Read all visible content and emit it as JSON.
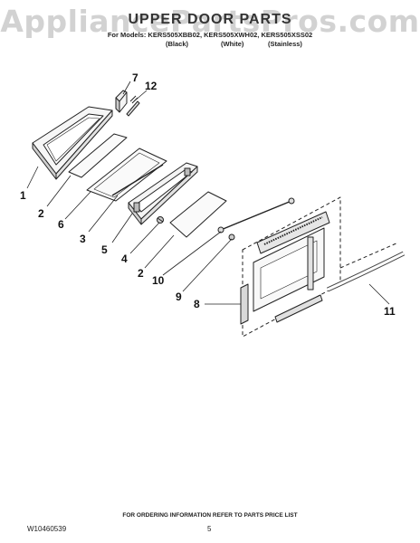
{
  "watermark": "AppliancePartsPros.com",
  "header": {
    "title": "UPPER DOOR PARTS",
    "models_line": "For Models: KERS505XBB02, KERS505XWH02, KERS505XSS02",
    "color_black": "(Black)",
    "color_white": "(White)",
    "color_stainless": "(Stainless)"
  },
  "callouts": {
    "c7": "7",
    "c12": "12",
    "c1": "1",
    "c2a": "2",
    "c6": "6",
    "c3": "3",
    "c5": "5",
    "c4": "4",
    "c2b": "2",
    "c10": "10",
    "c9": "9",
    "c8": "8",
    "c11": "11"
  },
  "footer": {
    "ordering": "FOR ORDERING INFORMATION REFER TO PARTS PRICE LIST",
    "doc_number": "W10460539",
    "page_number": "5"
  }
}
